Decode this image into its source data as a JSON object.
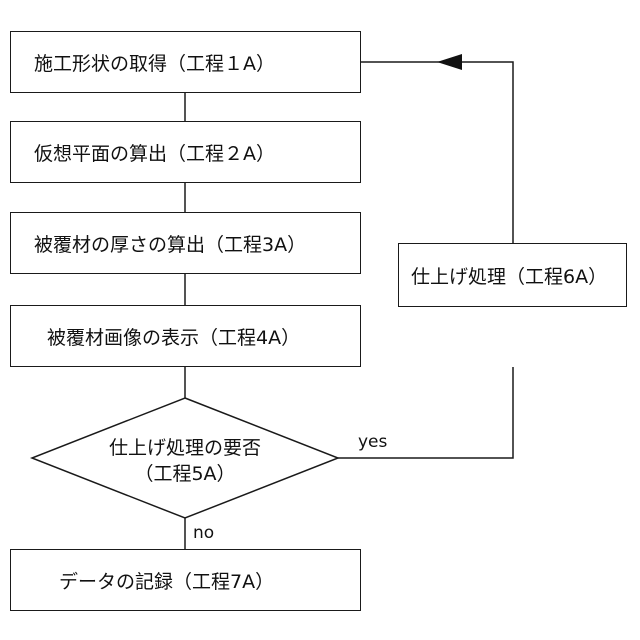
{
  "colors": {
    "line": "#1a1a1a",
    "background": "#ffffff",
    "text": "#111111"
  },
  "steps": {
    "step1": "施工形状の取得（工程１A）",
    "step2": "仮想平面の算出（工程２A）",
    "step3": "被覆材の厚さの算出（工程3A）",
    "step4": "被覆材画像の表示（工程4A）",
    "decision_line1": "仕上げ処理の要否",
    "decision_line2": "（工程5A）",
    "step6": "仕上げ処理（工程6A）",
    "step7": "データの記録（工程7A）"
  },
  "labels": {
    "yes": "yes",
    "no": "no"
  },
  "icons": {
    "arrowhead": "arrowhead-left-icon"
  }
}
